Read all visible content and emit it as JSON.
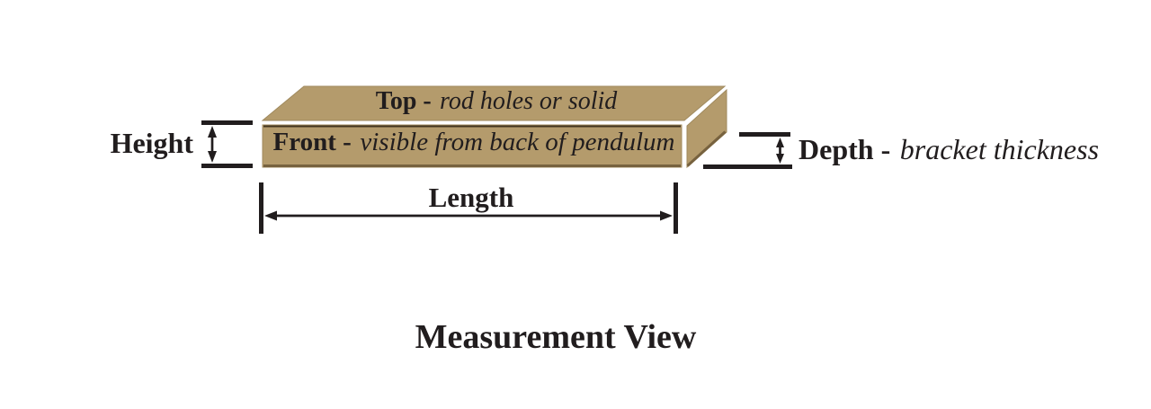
{
  "colors": {
    "background": "#ffffff",
    "box_fill": "#b49b6c",
    "box_edge_dark": "#77623f",
    "box_edge_darker": "#43351f",
    "ink": "#211d1e"
  },
  "box": {
    "top_face": {
      "bold": "Top -",
      "italic": "rod holes or solid"
    },
    "front_face": {
      "bold": "Front -",
      "italic": "visible from back of pendulum"
    }
  },
  "dimensions": {
    "height": {
      "label": "Height"
    },
    "depth": {
      "bold": "Depth -",
      "italic": "bracket thickness"
    },
    "length": {
      "label": "Length"
    }
  },
  "caption": "Measurement View"
}
